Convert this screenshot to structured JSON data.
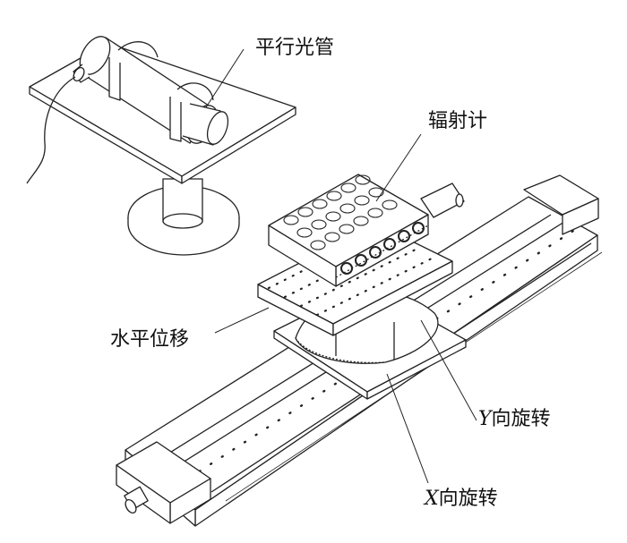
{
  "labels": {
    "collimator": "平行光管",
    "radiometer": "辐射计",
    "horizontal_shift": "水平位移",
    "y_rotation": {
      "axis": "Y",
      "text": "向旋转"
    },
    "x_rotation": {
      "axis": "X",
      "text": "向旋转"
    }
  }
}
